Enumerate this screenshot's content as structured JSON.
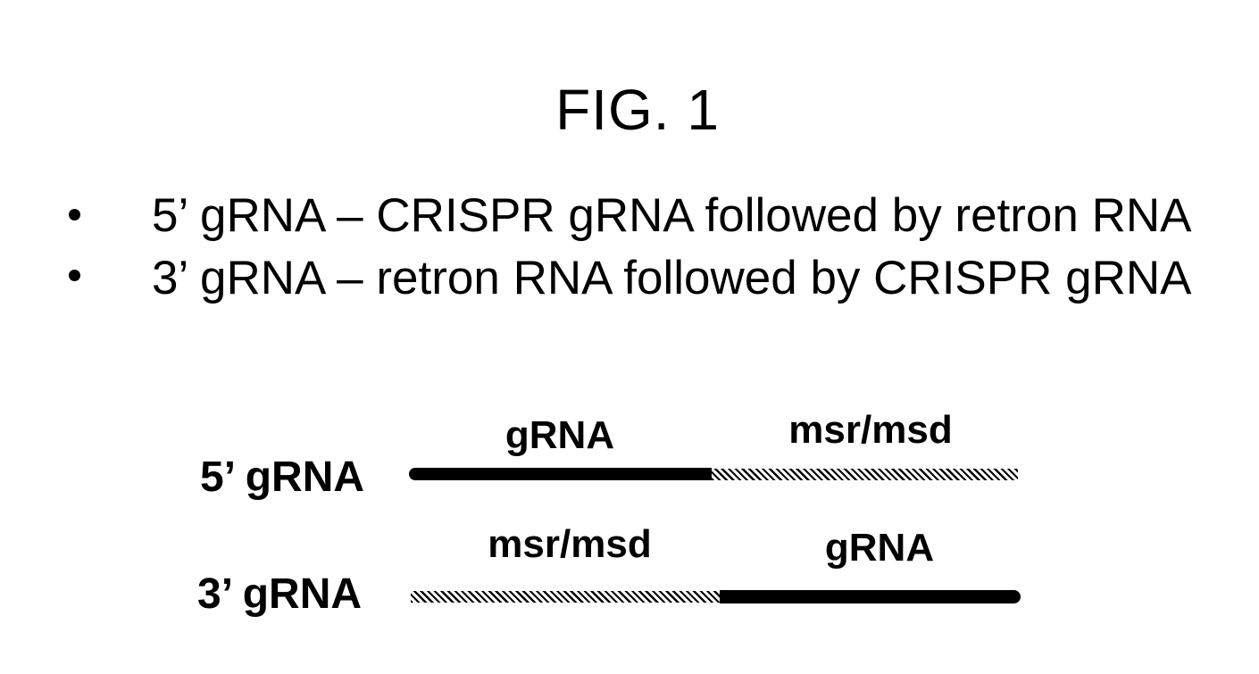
{
  "figure": {
    "title": "FIG. 1"
  },
  "bullets": [
    {
      "text": "5’ gRNA – CRISPR gRNA followed by retron RNA"
    },
    {
      "text": "3’ gRNA – retron RNA followed by CRISPR gRNA"
    }
  ],
  "diagram": {
    "rows": [
      {
        "label": "5’ gRNA",
        "segments": [
          {
            "name": "gRNA",
            "style": "solid"
          },
          {
            "name": "msr/msd",
            "style": "hatched"
          }
        ]
      },
      {
        "label": "3’ gRNA",
        "segments": [
          {
            "name": "msr/msd",
            "style": "hatched"
          },
          {
            "name": "gRNA",
            "style": "solid"
          }
        ]
      }
    ]
  },
  "colors": {
    "ink": "#000000",
    "background": "#ffffff"
  }
}
